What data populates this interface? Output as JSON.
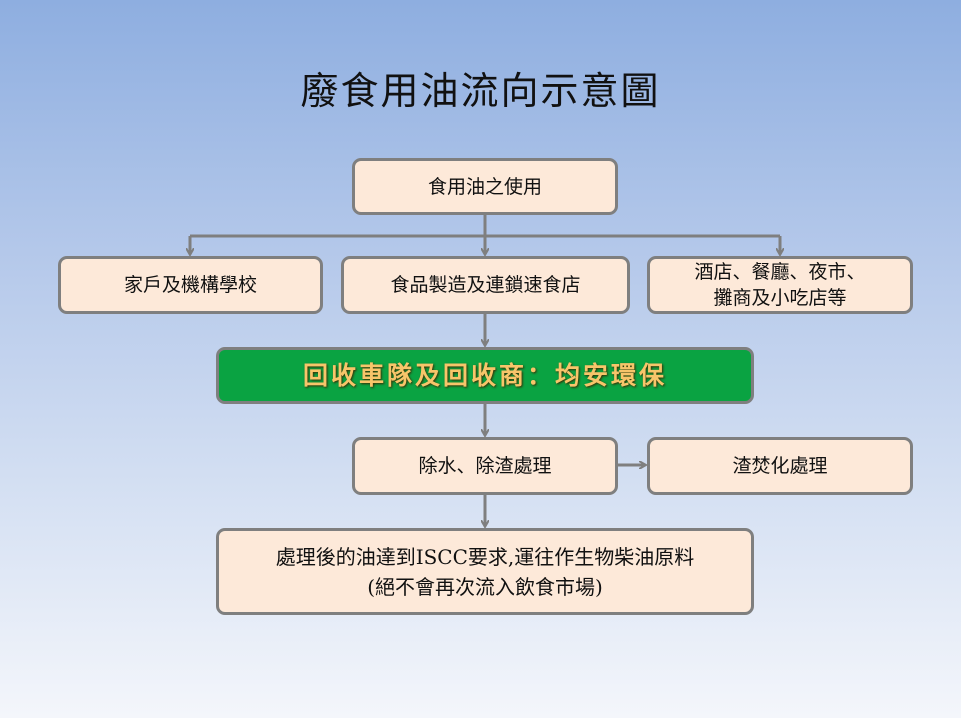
{
  "title": "廢食用油流向示意圖",
  "nodes": {
    "usage": "食用油之使用",
    "households": "家戶及機構學校",
    "food_manufacturing": "食品製造及連鎖速食店",
    "restaurants_line1": "酒店、餐廳、夜市、",
    "restaurants_line2": "攤商及小吃店等",
    "collector": "回收車隊及回收商：均安環保",
    "dewatering": "除水、除渣處理",
    "residue": "渣焚化處理",
    "final_line1": "處理後的油達到ISCC要求,運往作生物柴油原料",
    "final_line2": "(絕不會再次流入飲食市場)"
  },
  "colors": {
    "box_fill": "#fde9d9",
    "box_border": "#7f7f7f",
    "highlight_fill": "#0aa342",
    "highlight_text": "#f7c56a"
  }
}
